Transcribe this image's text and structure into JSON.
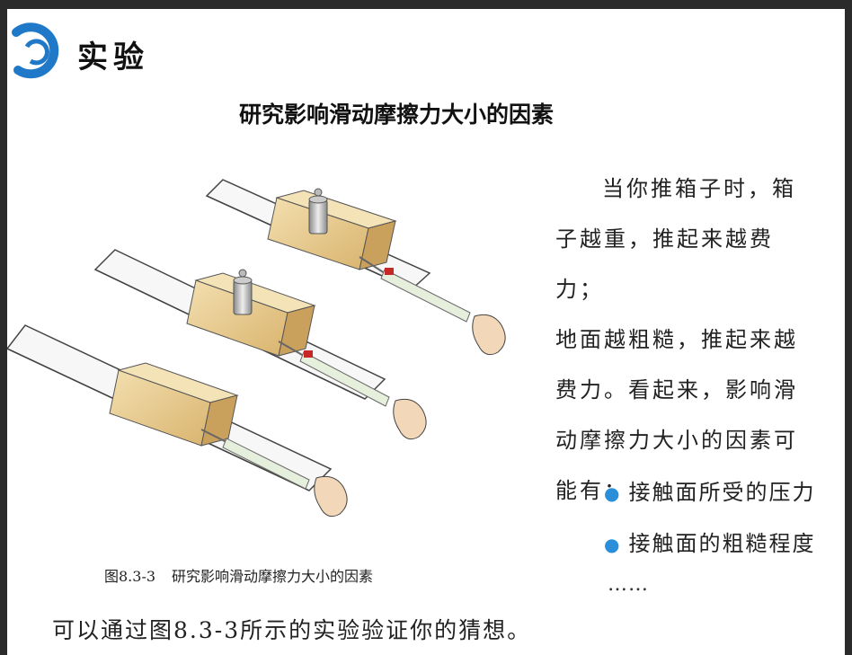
{
  "header": {
    "section_label": "实验",
    "title": "研究影响滑动摩擦力大小的因素"
  },
  "figure": {
    "caption_number": "图8.3-3",
    "caption_text": "研究影响滑动摩擦力大小的因素"
  },
  "side_text": {
    "lines": [
      "当你推箱子时，箱",
      "子越重，推起来越费力；",
      "地面越粗糙，推起来越",
      "费力。看起来，影响滑",
      "动摩擦力大小的因素可",
      "能有："
    ],
    "bullets": [
      "接触面所受的压力",
      "接触面的粗糙程度"
    ],
    "ellipsis": "……"
  },
  "bottom_text": "可以通过图8.3-3所示的实验验证你的猜想。",
  "colors": {
    "accent": "#1f78c8",
    "bullet": "#2a8fd8",
    "box": "#e7c98a"
  }
}
